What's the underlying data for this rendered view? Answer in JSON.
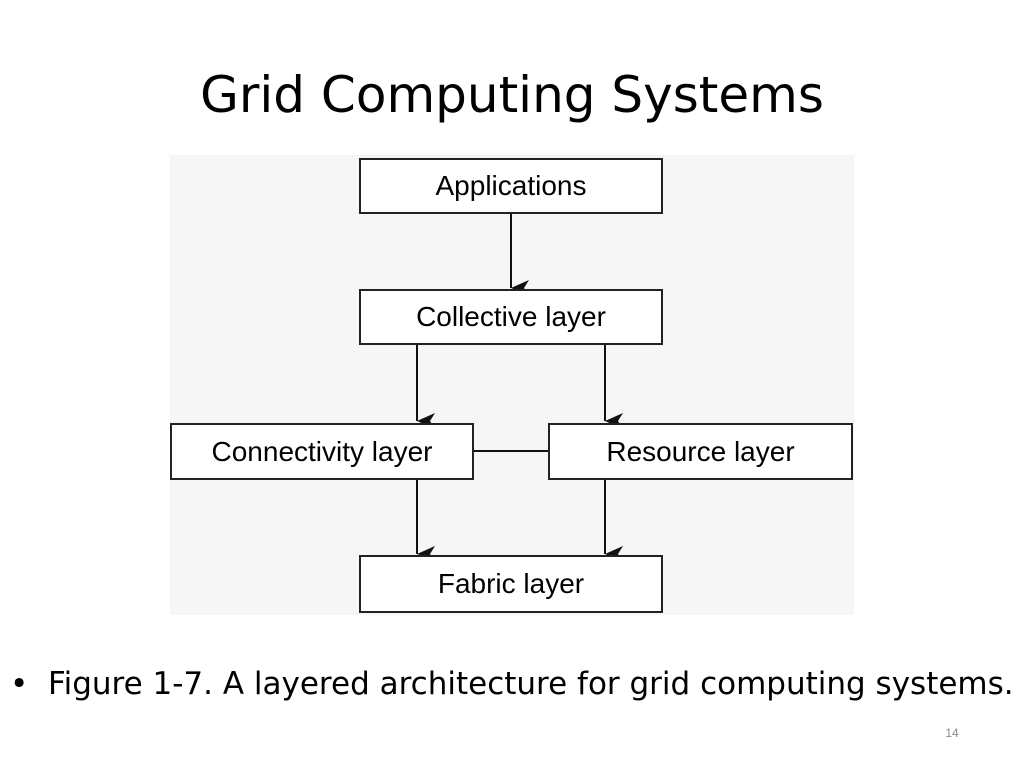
{
  "slide": {
    "title": "Grid Computing Systems",
    "caption_bullet": "•",
    "caption": "Figure 1-7. A layered architecture for grid computing systems.",
    "page_number": "14"
  },
  "diagram": {
    "nodes": [
      {
        "id": "applications",
        "label": "Applications"
      },
      {
        "id": "collective",
        "label": "Collective layer"
      },
      {
        "id": "connectivity",
        "label": "Connectivity layer"
      },
      {
        "id": "resource",
        "label": "Resource layer"
      },
      {
        "id": "fabric",
        "label": "Fabric layer"
      }
    ],
    "edges": [
      {
        "from": "applications",
        "to": "collective",
        "directed": true
      },
      {
        "from": "collective",
        "to": "connectivity",
        "directed": true
      },
      {
        "from": "collective",
        "to": "resource",
        "directed": true
      },
      {
        "from": "connectivity",
        "to": "resource",
        "directed": false
      },
      {
        "from": "connectivity",
        "to": "fabric",
        "directed": true
      },
      {
        "from": "resource",
        "to": "fabric",
        "directed": true
      }
    ]
  }
}
